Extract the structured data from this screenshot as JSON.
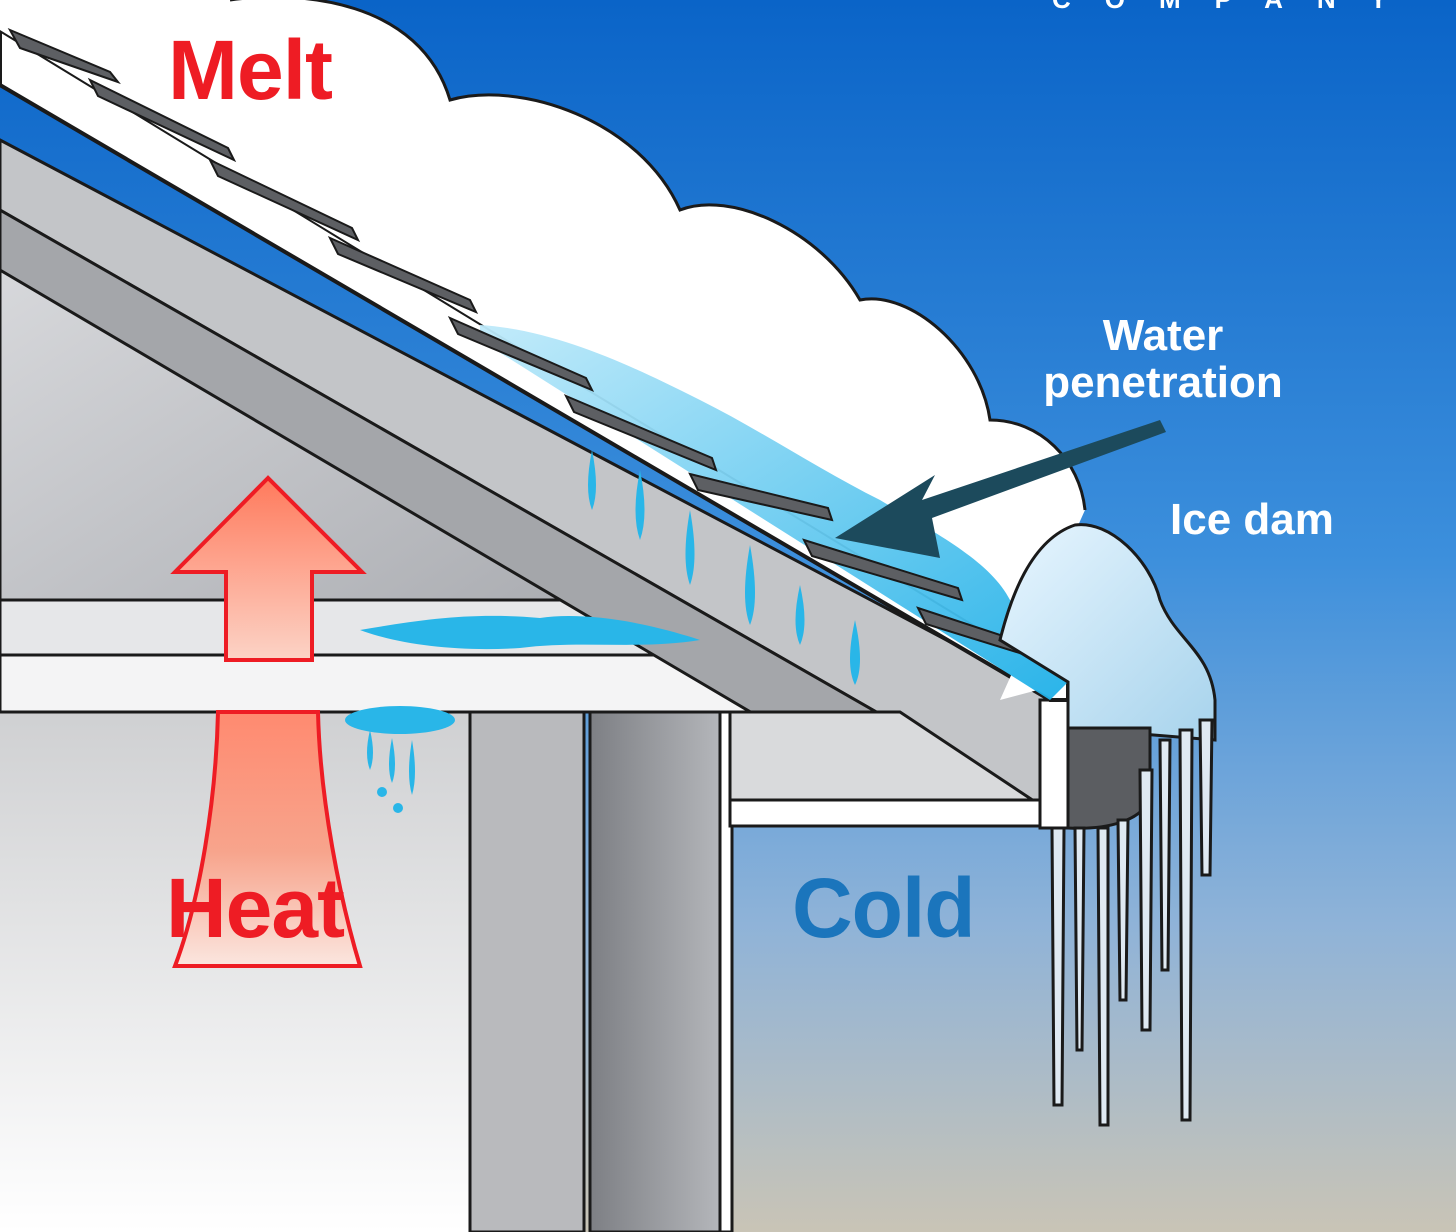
{
  "labels": {
    "melt": "Melt",
    "heat": "Heat",
    "cold": "Cold",
    "water_penetration": "Water penetration",
    "ice_dam": "Ice dam",
    "company": "COMPANY"
  },
  "colors": {
    "heat_red": "#ee1c24",
    "cold_blue": "#1b75bc",
    "sky_top": "#0a64c8",
    "sky_bottom": "#c8c4b8",
    "meltwater": "#29b6e8",
    "arrow_dark": "#1c4a5c"
  },
  "icons": {
    "heat_arrow": "arrow-up-icon",
    "penetration_arrow": "arrow-down-left-icon"
  }
}
